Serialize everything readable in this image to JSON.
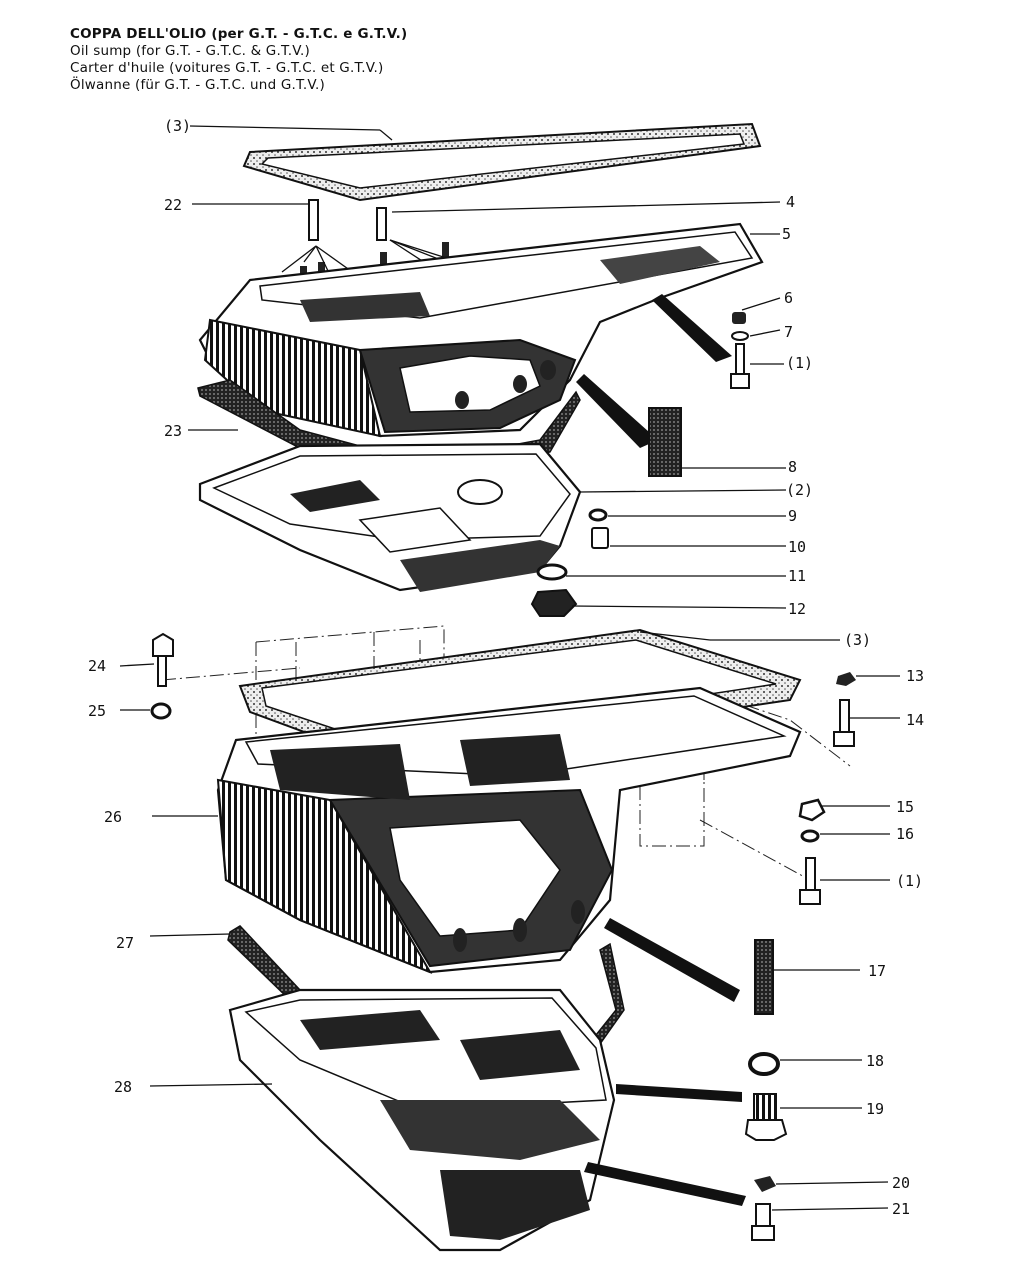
{
  "header": {
    "title_it": "COPPA DELL'OLIO (per G.T. - G.T.C. e G.T.V.)",
    "title_en": "Oil sump (for G.T. - G.T.C. & G.T.V.)",
    "title_fr": "Carter d'huile (voitures G.T. - G.T.C. et G.T.V.)",
    "title_de": "Ölwanne (für G.T. - G.T.C. und G.T.V.)"
  },
  "top_assembly": {
    "callouts": [
      "(3)",
      "22",
      "4",
      "5",
      "6",
      "7",
      "(1)",
      "23",
      "8",
      "(2)",
      "9",
      "10",
      "11",
      "12"
    ]
  },
  "bottom_assembly": {
    "callouts": [
      "(3)",
      "24",
      "25",
      "13",
      "14",
      "26",
      "15",
      "16",
      "(1)",
      "27",
      "17",
      "18",
      "28",
      "19",
      "20",
      "21"
    ]
  }
}
